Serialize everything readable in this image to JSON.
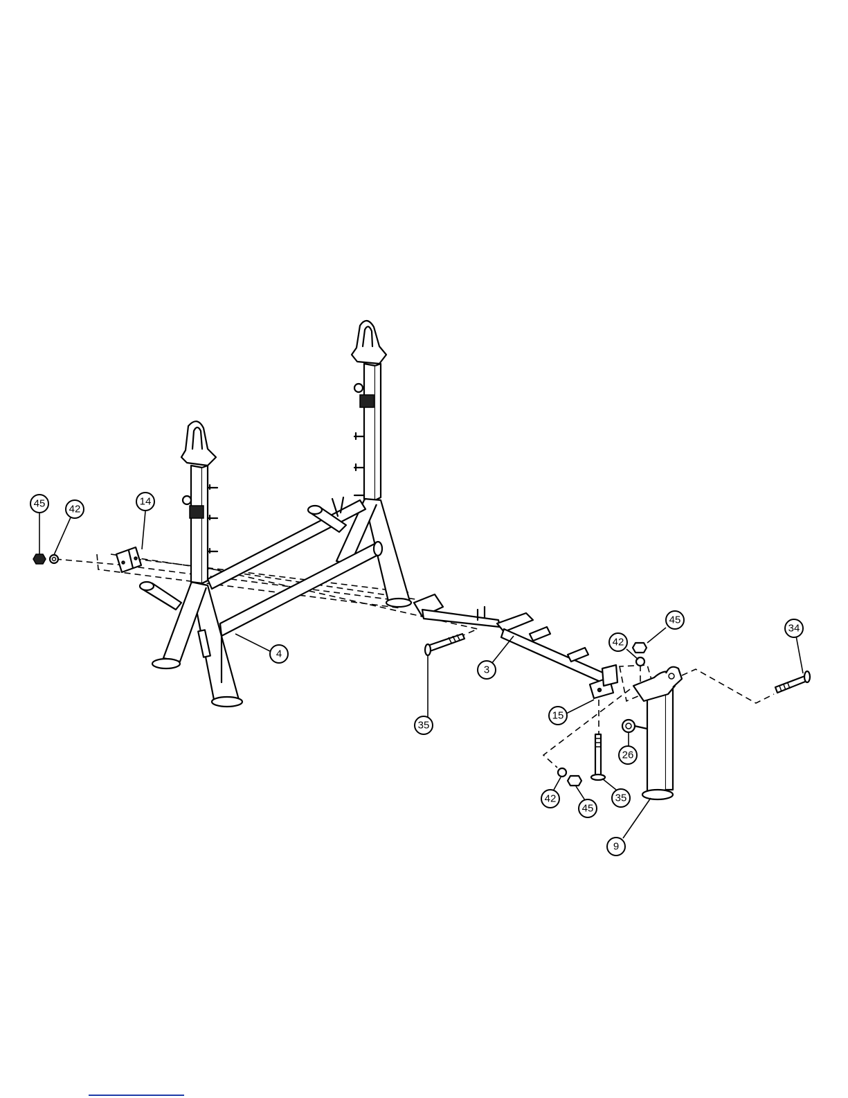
{
  "callouts": {
    "c45_left": "45",
    "c42_left": "42",
    "c14": "14",
    "c4": "4",
    "c3": "3",
    "c35_mid": "35",
    "c15": "15",
    "c42_top": "42",
    "c45_top": "45",
    "c34": "34",
    "c26": "26",
    "c42_bottom": "42",
    "c45_bottom": "45",
    "c35_bottom": "35",
    "c9": "9"
  },
  "colors": {
    "ink": "#000000",
    "background": "#ffffff",
    "footer_rule": "#1c3aa8"
  }
}
